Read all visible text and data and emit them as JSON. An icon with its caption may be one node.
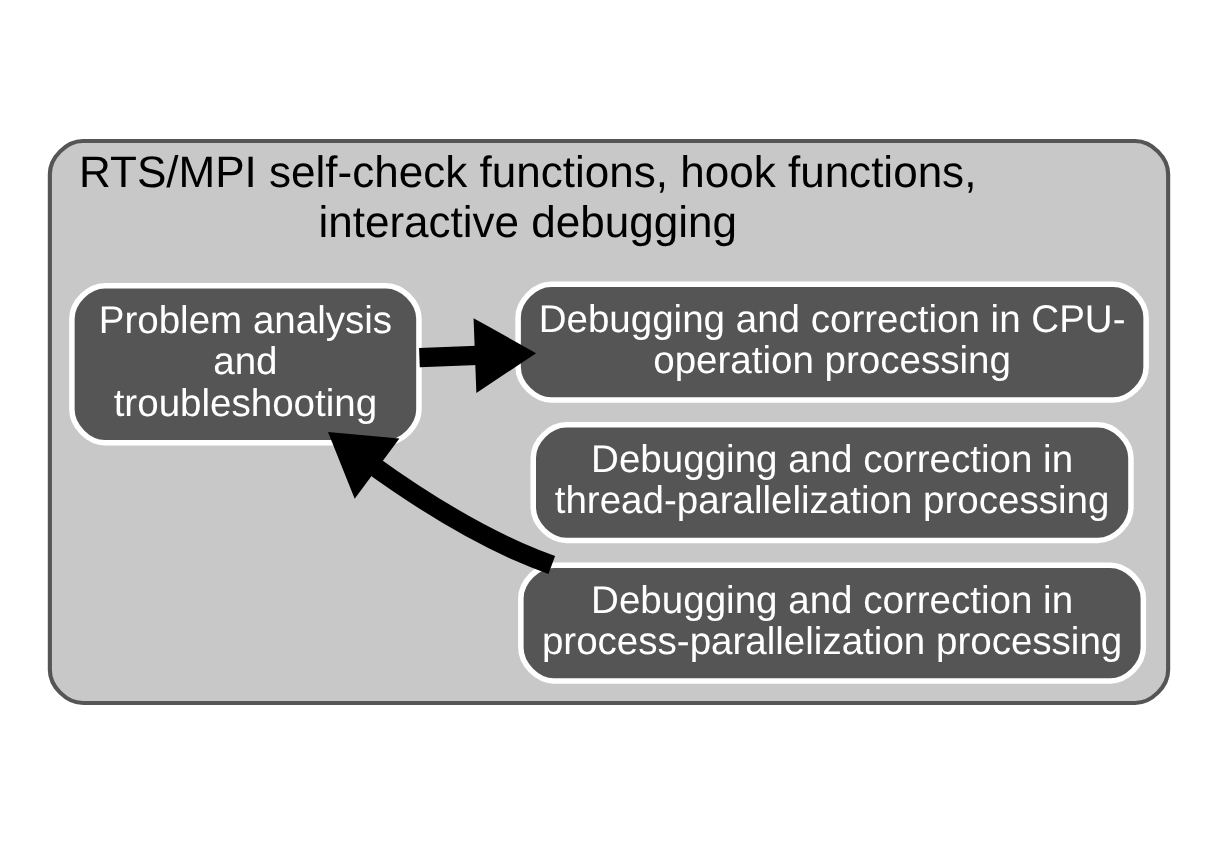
{
  "diagram": {
    "nodes": [
      {
        "text": [
          "RTS/MPI self-check functions, hook functions, interactive debugging"
        ]
      },
      {
        "text": [
          "Problem analysis and troubleshooting"
        ],
        "in": 0
      },
      {
        "text": [
          "Debugging and correction in CPU-operation processing"
        ],
        "in": 0
      },
      {
        "text": [
          "Debugging and correction in thread-parallelization processing"
        ],
        "in": 0
      },
      {
        "text": [
          "Debugging and correction in process-parallelization processing"
        ],
        "in": 0
      }
    ],
    "edges": [
      {
        "from": 1,
        "to": 2,
        "arrow": "to"
      },
      {
        "from": 4,
        "to": 1,
        "arrow": "to"
      }
    ]
  }
}
